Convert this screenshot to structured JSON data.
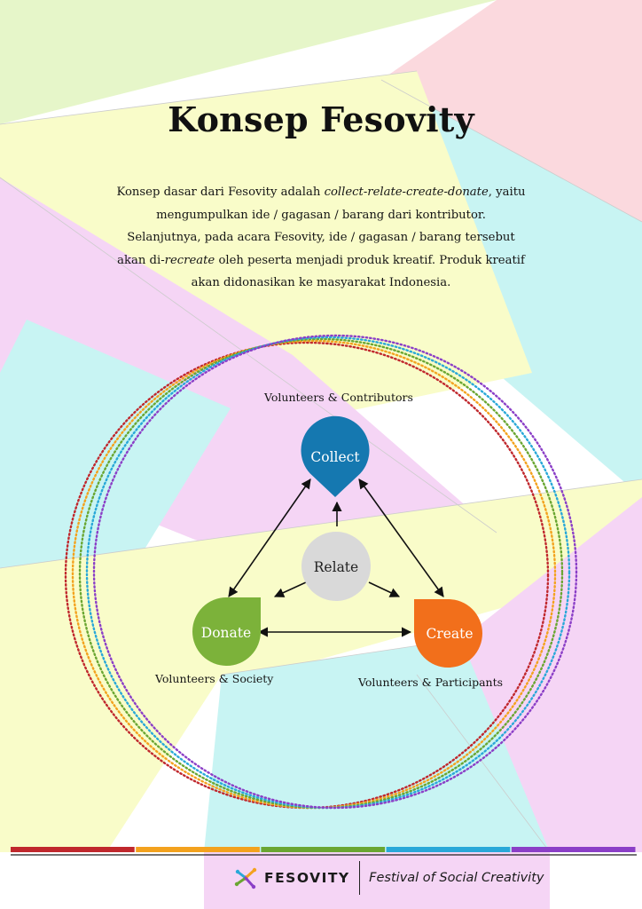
{
  "page": {
    "title": "Konsep Fesovity",
    "description": {
      "l1a": "Konsep dasar dari Fesovity adalah ",
      "l1b": "collect-relate-create-donate",
      "l1c": ", yaitu",
      "l2": "mengumpulkan ide / gagasan / barang dari kontributor.",
      "l3": "Selanjutnya, pada acara Fesovity, ide / gagasan / barang tersebut",
      "l4a": "akan di-",
      "l4b": "recreate",
      "l4c": " oleh peserta menjadi produk kreatif. Produk kreatif",
      "l5": "akan didonasikan ke masyarakat Indonesia."
    }
  },
  "diagram": {
    "nodes": {
      "collect": {
        "label": "Collect",
        "caption": "Volunteers & Contributors",
        "color": "#1578b0"
      },
      "relate": {
        "label": "Relate",
        "color": "#d9d9d9"
      },
      "donate": {
        "label": "Donate",
        "caption": "Volunteers & Society",
        "color": "#7cb23a"
      },
      "create": {
        "label": "Create",
        "caption": "Volunteers & Participants",
        "color": "#f26f1b"
      }
    },
    "ring_colors": [
      "#c0282d",
      "#f3a21e",
      "#6aa632",
      "#29a8d8",
      "#8b3fc7"
    ]
  },
  "footer": {
    "stripe_colors": [
      "#c0282d",
      "#f3a21e",
      "#6aa632",
      "#29a8d8",
      "#8b3fc7"
    ],
    "brand": "FESOVITY",
    "tagline": "Festival of Social Creativity"
  }
}
